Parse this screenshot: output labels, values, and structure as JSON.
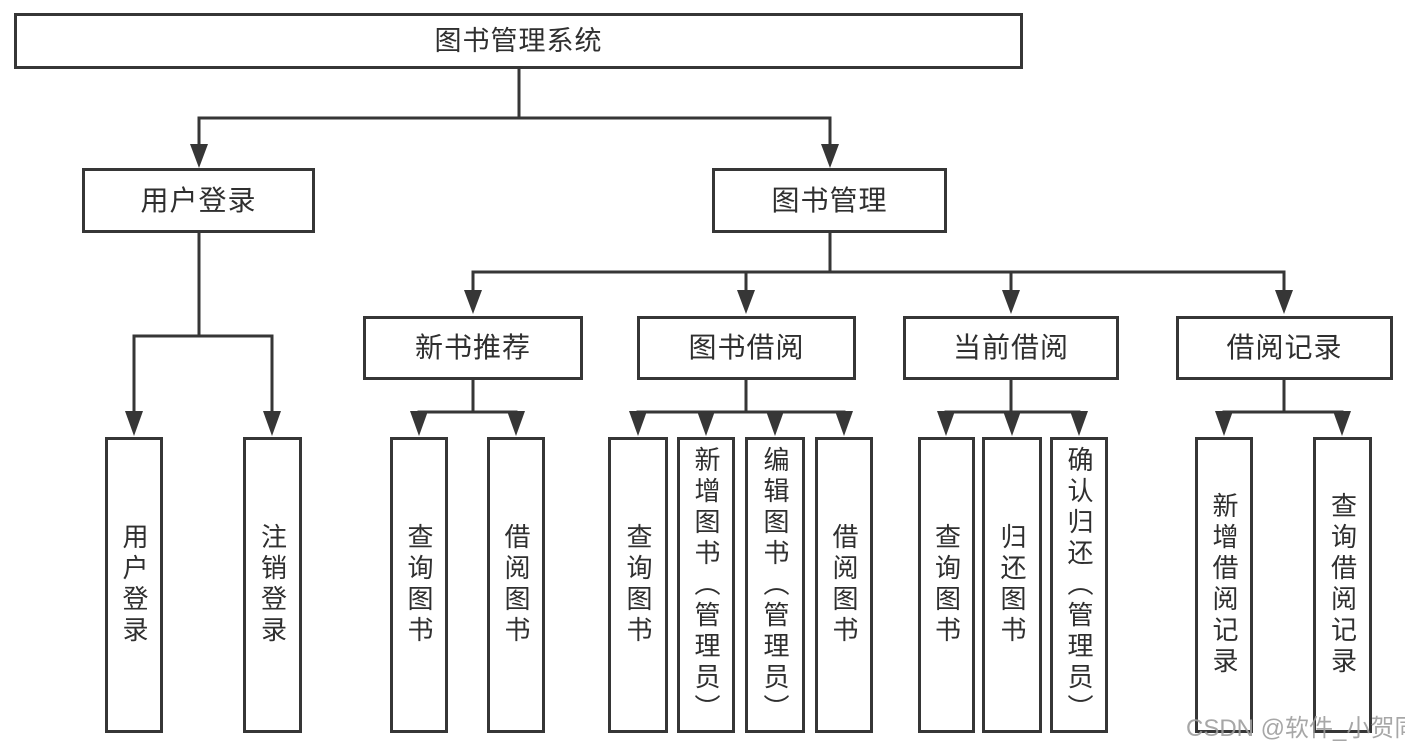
{
  "tree": {
    "label": "图书管理系统",
    "children": [
      {
        "label": "用户登录",
        "children": [
          {
            "label": "用户登录"
          },
          {
            "label": "注销登录"
          }
        ]
      },
      {
        "label": "图书管理",
        "children": [
          {
            "label": "新书推荐",
            "children": [
              {
                "label": "查询图书"
              },
              {
                "label": "借阅图书"
              }
            ]
          },
          {
            "label": "图书借阅",
            "children": [
              {
                "label": "查询图书"
              },
              {
                "label": "新增图书（管理员）"
              },
              {
                "label": "编辑图书（管理员）"
              },
              {
                "label": "借阅图书"
              }
            ]
          },
          {
            "label": "当前借阅",
            "children": [
              {
                "label": "查询图书"
              },
              {
                "label": "归还图书"
              },
              {
                "label": "确认归还（管理员）"
              }
            ]
          },
          {
            "label": "借阅记录",
            "children": [
              {
                "label": "新增借阅记录"
              },
              {
                "label": "查询借阅记录"
              }
            ]
          }
        ]
      }
    ]
  },
  "watermark": {
    "text": "CSDN @软件_小贺同学"
  },
  "colors": {
    "line": "#363636",
    "text": "#2f2f2f",
    "watermark": "#9e9e9e",
    "background": "#ffffff"
  }
}
